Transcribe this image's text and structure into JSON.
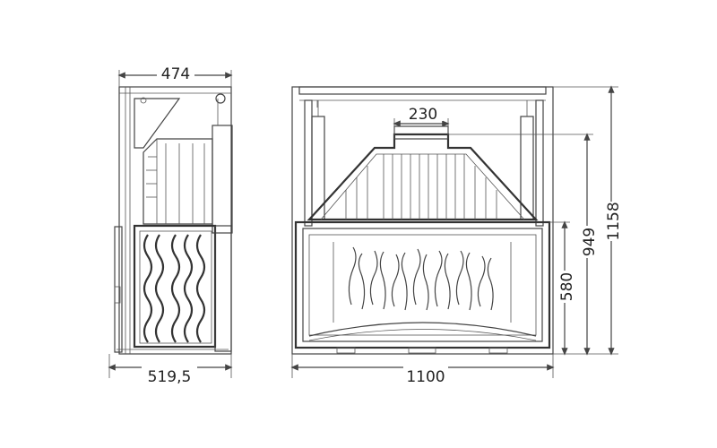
{
  "dimensions": {
    "side_top_width": "474",
    "side_base_width": "519,5",
    "front_width": "1100",
    "hood_top_width": "230",
    "total_height": "1158",
    "hood_height": "949",
    "opening_height": "580"
  },
  "colors": {
    "line": "#444444",
    "text": "#222222",
    "background": "#ffffff"
  }
}
